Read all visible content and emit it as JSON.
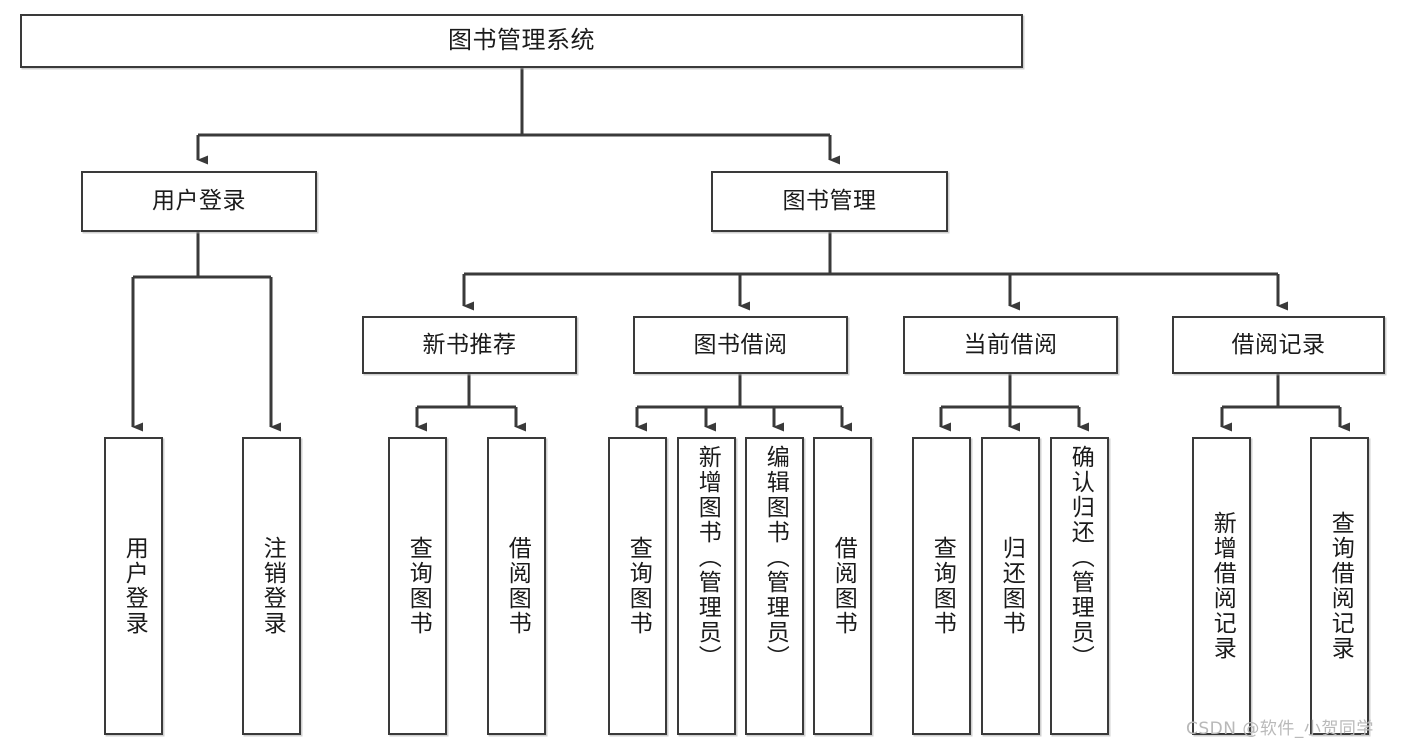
{
  "diagram": {
    "title": "图书管理系统",
    "type": "tree",
    "watermark": "CSDN @软件_小贺同学",
    "colors": {
      "box_border": "#3a3a3a",
      "box_fill": "#ffffff",
      "line": "#3a3a3a",
      "text": "#1b1b1b",
      "watermark": "#b9b9b9"
    },
    "nodes": {
      "root": {
        "label": "图书管理系统"
      },
      "level2": [
        {
          "id": "user-login",
          "label": "用户登录"
        },
        {
          "id": "book-manage",
          "label": "图书管理"
        }
      ],
      "level3": [
        {
          "id": "new-book-recommend",
          "label": "新书推荐"
        },
        {
          "id": "book-borrow",
          "label": "图书借阅"
        },
        {
          "id": "current-borrow",
          "label": "当前借阅"
        },
        {
          "id": "borrow-record",
          "label": "借阅记录"
        }
      ],
      "leaves": {
        "user_login": [
          {
            "id": "leaf-user-login",
            "label": "用户登录"
          },
          {
            "id": "leaf-logout-login",
            "label": "注销登录"
          }
        ],
        "new_book_recommend": [
          {
            "id": "leaf-query-book-1",
            "label": "查询图书"
          },
          {
            "id": "leaf-borrow-book-1",
            "label": "借阅图书"
          }
        ],
        "book_borrow": [
          {
            "id": "leaf-query-book-2",
            "label": "查询图书"
          },
          {
            "id": "leaf-add-book",
            "label": "新增图书（管理员）"
          },
          {
            "id": "leaf-edit-book",
            "label": "编辑图书（管理员）"
          },
          {
            "id": "leaf-borrow-book-2",
            "label": "借阅图书"
          }
        ],
        "current_borrow": [
          {
            "id": "leaf-query-book-3",
            "label": "查询图书"
          },
          {
            "id": "leaf-return-book",
            "label": "归还图书"
          },
          {
            "id": "leaf-confirm-return",
            "label": "确认归还（管理员）"
          }
        ],
        "borrow_record": [
          {
            "id": "leaf-add-record",
            "label": "新增借阅记录"
          },
          {
            "id": "leaf-query-record",
            "label": "查询借阅记录"
          }
        ]
      }
    }
  }
}
